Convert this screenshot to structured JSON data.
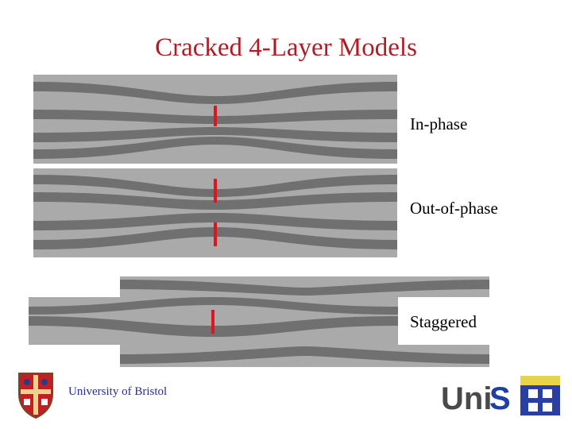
{
  "slide": {
    "title": "Cracked 4-Layer Models",
    "footer": "University of Bristol",
    "colors": {
      "title": "#b01c24",
      "layer_dark": "#6f6f6f",
      "layer_light": "#aaaaaa",
      "crack": "#e0141e",
      "footer": "#2a2c8f"
    }
  },
  "models": [
    {
      "label": "In-phase"
    },
    {
      "label": "Out-of-phase"
    },
    {
      "label": "Staggered"
    }
  ],
  "logos": {
    "right": {
      "text_main": "Uni",
      "text_accent": "S"
    }
  }
}
